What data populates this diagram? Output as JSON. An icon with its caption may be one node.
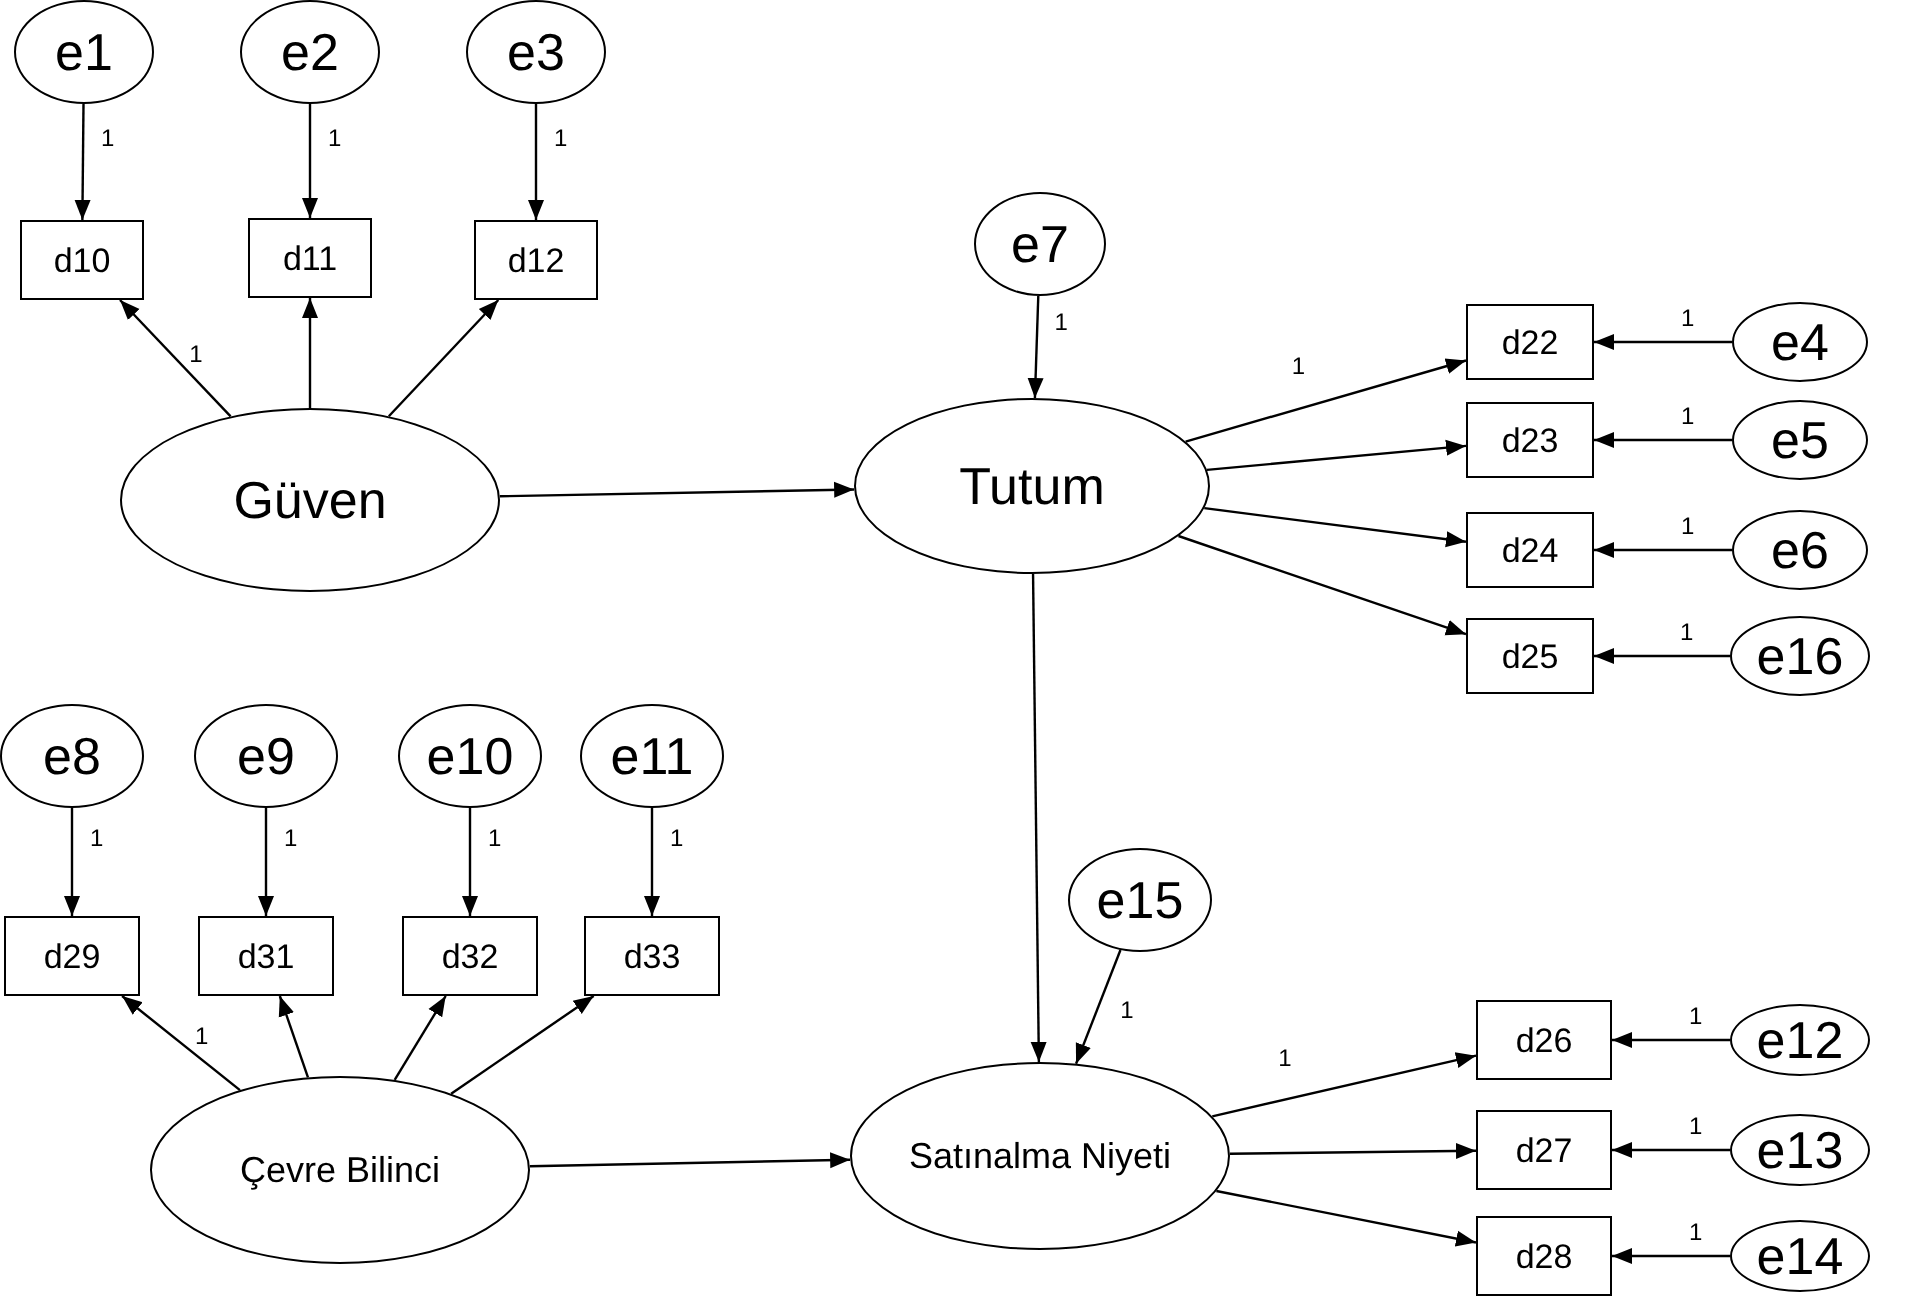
{
  "diagram": {
    "nodes": [
      {
        "text": [
          "e1"
        ]
      },
      {
        "text": [
          "e2"
        ]
      },
      {
        "text": [
          "e3"
        ]
      },
      {
        "text": [
          "d10"
        ]
      },
      {
        "text": [
          "d11"
        ]
      },
      {
        "text": [
          "d12"
        ]
      },
      {
        "text": [
          "Güven"
        ]
      },
      {
        "text": [
          "e7"
        ]
      },
      {
        "text": [
          "Tutum"
        ]
      },
      {
        "text": [
          "d22"
        ]
      },
      {
        "text": [
          "e4"
        ]
      },
      {
        "text": [
          "d23"
        ]
      },
      {
        "text": [
          "e5"
        ]
      },
      {
        "text": [
          "d24"
        ]
      },
      {
        "text": [
          "e6"
        ]
      },
      {
        "text": [
          "d25"
        ]
      },
      {
        "text": [
          "e16"
        ]
      },
      {
        "text": [
          "e8"
        ]
      },
      {
        "text": [
          "e9"
        ]
      },
      {
        "text": [
          "e10"
        ]
      },
      {
        "text": [
          "e11"
        ]
      },
      {
        "text": [
          "d29"
        ]
      },
      {
        "text": [
          "d31"
        ]
      },
      {
        "text": [
          "d32"
        ]
      },
      {
        "text": [
          "d33"
        ]
      },
      {
        "text": [
          "Çevre Bilinci"
        ]
      },
      {
        "text": [
          "e15"
        ]
      },
      {
        "text": [
          "Satınalma Niyeti"
        ]
      },
      {
        "text": [
          "d26"
        ]
      },
      {
        "text": [
          "e12"
        ]
      },
      {
        "text": [
          "d27"
        ]
      },
      {
        "text": [
          "e13"
        ]
      },
      {
        "text": [
          "d28"
        ]
      },
      {
        "text": [
          "e14"
        ]
      }
    ],
    "edges": [
      {
        "from": 0,
        "to": 3,
        "arrow": "to",
        "label": "1"
      },
      {
        "from": 1,
        "to": 4,
        "arrow": "to",
        "label": "1"
      },
      {
        "from": 2,
        "to": 5,
        "arrow": "to",
        "label": "1"
      },
      {
        "from": 6,
        "to": 3,
        "arrow": "to",
        "label": "1"
      },
      {
        "from": 6,
        "to": 4,
        "arrow": "to"
      },
      {
        "from": 6,
        "to": 5,
        "arrow": "to"
      },
      {
        "from": 6,
        "to": 8,
        "arrow": "to"
      },
      {
        "from": 7,
        "to": 8,
        "arrow": "to",
        "label": "1"
      },
      {
        "from": 8,
        "to": 9,
        "arrow": "to",
        "label": "1"
      },
      {
        "from": 8,
        "to": 11,
        "arrow": "to"
      },
      {
        "from": 8,
        "to": 13,
        "arrow": "to"
      },
      {
        "from": 8,
        "to": 15,
        "arrow": "to"
      },
      {
        "from": 10,
        "to": 9,
        "arrow": "to",
        "label": "1"
      },
      {
        "from": 12,
        "to": 11,
        "arrow": "to",
        "label": "1"
      },
      {
        "from": 14,
        "to": 13,
        "arrow": "to",
        "label": "1"
      },
      {
        "from": 16,
        "to": 15,
        "arrow": "to",
        "label": "1"
      },
      {
        "from": 8,
        "to": 27,
        "arrow": "to"
      },
      {
        "from": 17,
        "to": 21,
        "arrow": "to",
        "label": "1"
      },
      {
        "from": 18,
        "to": 22,
        "arrow": "to",
        "label": "1"
      },
      {
        "from": 19,
        "to": 23,
        "arrow": "to",
        "label": "1"
      },
      {
        "from": 20,
        "to": 24,
        "arrow": "to",
        "label": "1"
      },
      {
        "from": 25,
        "to": 21,
        "arrow": "to",
        "label": "1"
      },
      {
        "from": 25,
        "to": 22,
        "arrow": "to"
      },
      {
        "from": 25,
        "to": 23,
        "arrow": "to"
      },
      {
        "from": 25,
        "to": 24,
        "arrow": "to"
      },
      {
        "from": 25,
        "to": 27,
        "arrow": "to"
      },
      {
        "from": 26,
        "to": 27,
        "arrow": "to",
        "label": "1"
      },
      {
        "from": 27,
        "to": 28,
        "arrow": "to",
        "label": "1"
      },
      {
        "from": 27,
        "to": 30,
        "arrow": "to"
      },
      {
        "from": 27,
        "to": 32,
        "arrow": "to"
      },
      {
        "from": 29,
        "to": 28,
        "arrow": "to",
        "label": "1"
      },
      {
        "from": 31,
        "to": 30,
        "arrow": "to",
        "label": "1"
      },
      {
        "from": 33,
        "to": 32,
        "arrow": "to",
        "label": "1"
      }
    ]
  }
}
